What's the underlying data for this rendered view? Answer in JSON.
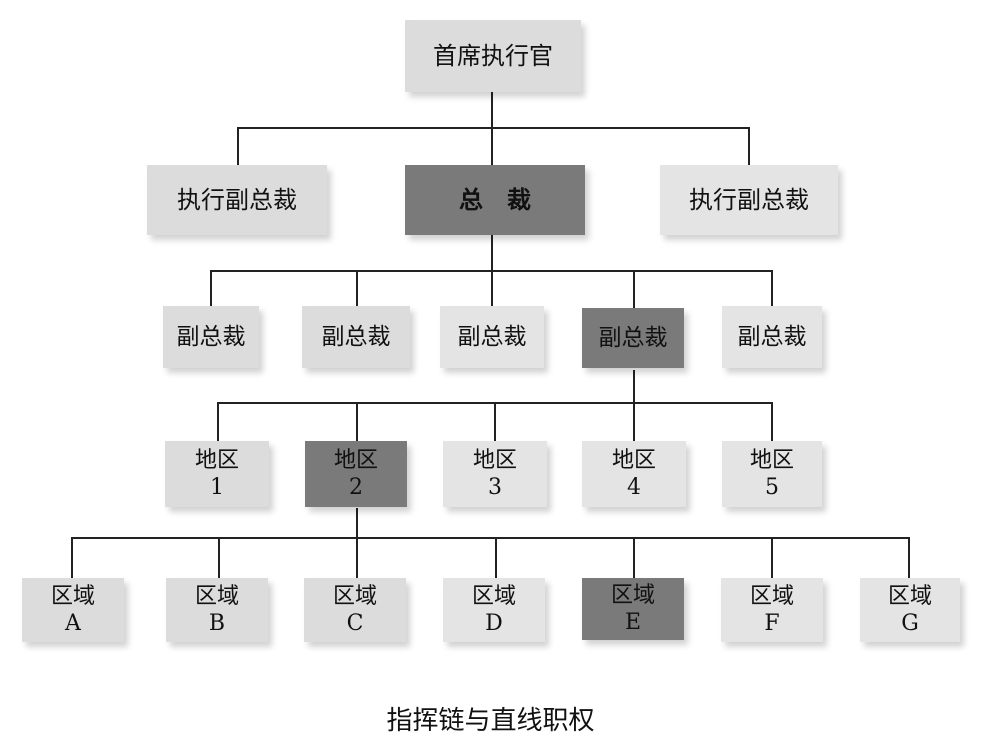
{
  "diagram": {
    "caption": "指挥链与直线职权",
    "level1": [
      {
        "label": "首席执行官",
        "highlight": false
      }
    ],
    "level2": [
      {
        "label": "执行副总裁",
        "highlight": false
      },
      {
        "label": "总　裁",
        "highlight": true
      },
      {
        "label": "执行副总裁",
        "highlight": false
      }
    ],
    "level3": [
      {
        "label": "副总裁",
        "highlight": false
      },
      {
        "label": "副总裁",
        "highlight": false
      },
      {
        "label": "副总裁",
        "highlight": false
      },
      {
        "label": "副总裁",
        "highlight": true
      },
      {
        "label": "副总裁",
        "highlight": false
      }
    ],
    "level4": [
      {
        "line1": "地区",
        "line2": "1",
        "highlight": false
      },
      {
        "line1": "地区",
        "line2": "2",
        "highlight": true
      },
      {
        "line1": "地区",
        "line2": "3",
        "highlight": false
      },
      {
        "line1": "地区",
        "line2": "4",
        "highlight": false
      },
      {
        "line1": "地区",
        "line2": "5",
        "highlight": false
      }
    ],
    "level5": [
      {
        "line1": "区域",
        "line2": "A",
        "highlight": false
      },
      {
        "line1": "区域",
        "line2": "B",
        "highlight": false
      },
      {
        "line1": "区域",
        "line2": "C",
        "highlight": false
      },
      {
        "line1": "区域",
        "line2": "D",
        "highlight": false
      },
      {
        "line1": "区域",
        "line2": "E",
        "highlight": true
      },
      {
        "line1": "区域",
        "line2": "F",
        "highlight": false
      },
      {
        "line1": "区域",
        "line2": "G",
        "highlight": false
      }
    ],
    "colors": {
      "box": "#dcdcdc",
      "highlight": "#7a7a7a",
      "line": "#222222"
    }
  }
}
